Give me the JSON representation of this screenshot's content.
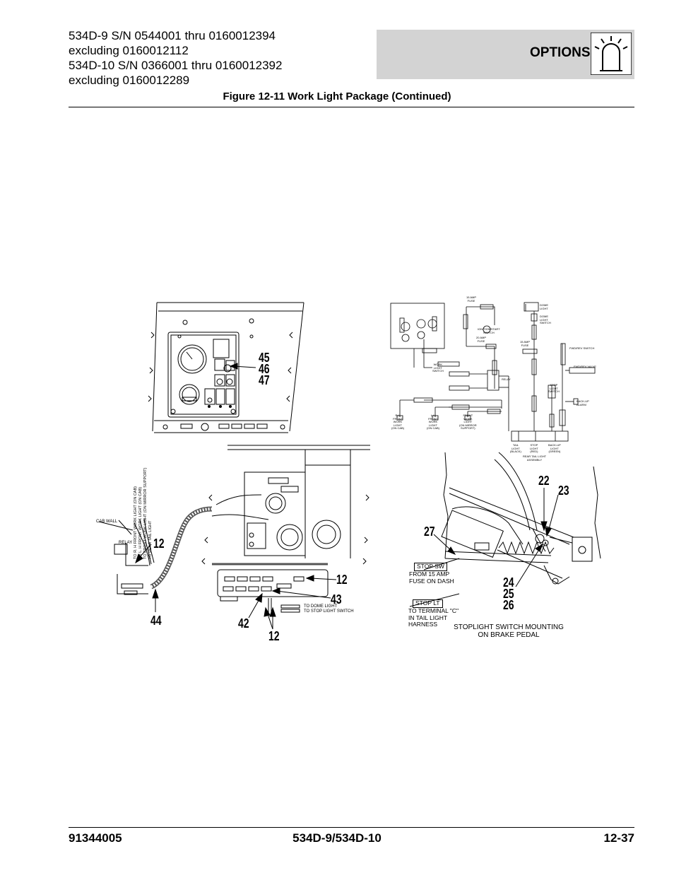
{
  "header": {
    "serial_lines": [
      "534D-9 S/N 0544001 thru 0160012394",
      "excluding 0160012112",
      "534D-10 S/N 0366001 thru 0160012392",
      "excluding 0160012289"
    ],
    "section_label": "OPTIONS",
    "section_icon": "work-light-icon"
  },
  "figure_title": "Figure 12-11 Work Light Package (Continued)",
  "left_diagram": {
    "callouts": [
      "45",
      "46",
      "47",
      "12",
      "44",
      "12",
      "43",
      "42",
      "12"
    ],
    "labels": {
      "cab_wall": "CAB WALL",
      "relay": "RELAY",
      "to_dome": "TO DOME LIGHT",
      "to_stop": "TO STOP LIGHT SWITCH",
      "vertical_lines": [
        "TO R. H FRONT WORK LIGHT (ON CAB)",
        "TO L. H FRONT WORK LIGHT (ON CAB)",
        "TO FRONT WORK LIGHT (ON MIRROR SUPPORT)",
        "TO REAR TAIL LIGHT"
      ]
    }
  },
  "schematic": {
    "labels": {
      "fuse15_top": "15 AMP\nFUSE",
      "dome_light": "DOME\nLIGHT",
      "dome_switch": "DOME\nLIGHT\nSWITCH",
      "ignition": "IGNITION/START\nSWITCH",
      "fuse20": "20 AMP\nFUSE",
      "fuse15_mid": "15 AMP\nFUSE",
      "fwd_rev_switch": "FWD/REV SWITCH",
      "fwd_rev_valve": "FWD/REV VALVE",
      "work_light_switch": "WORK\nLIGHT\nSWITCH",
      "relay": "RELAY",
      "stop_light_switch": "STOP\nLIGHT\nSWITCH",
      "backup_alarm": "BACK-UP\nALARM",
      "rh_front": "R.H\nFRONT\nWORK\nLIGHT\n(ON CAB)",
      "lh_front": "L.H\nFRONT\nWORK\nLIGHT\n(ON CAB)",
      "front_mirror": "FRONT\nWORK\nLIGHT\n(ON MIRROR\nSUPPORT)",
      "tail_light": "TAIL\nLIGHT\n(BLACK)",
      "stop_light": "STOP\nLIGHT\n(RED)",
      "backup_light": "BACK-UP\nLIGHT\n(GREEN)",
      "rear_assembly": "REAR TAIL LIGHT\nASSEMBLY"
    }
  },
  "right_diagram": {
    "callouts": [
      "22",
      "23",
      "27",
      "24",
      "25",
      "26"
    ],
    "stop_sw": "STOP SW",
    "stop_sw_note": "FROM 15 AMP\nFUSE ON DASH",
    "stop_lt": "STOP LT",
    "stop_lt_note": "TO TERMINAL \"C\"\nIN TAIL LIGHT\nHARNESS",
    "caption": "STOPLIGHT SWITCH MOUNTING\nON BRAKE PEDAL"
  },
  "footer": {
    "part_number": "91344005",
    "model": "534D-9/534D-10",
    "page": "12-37"
  }
}
